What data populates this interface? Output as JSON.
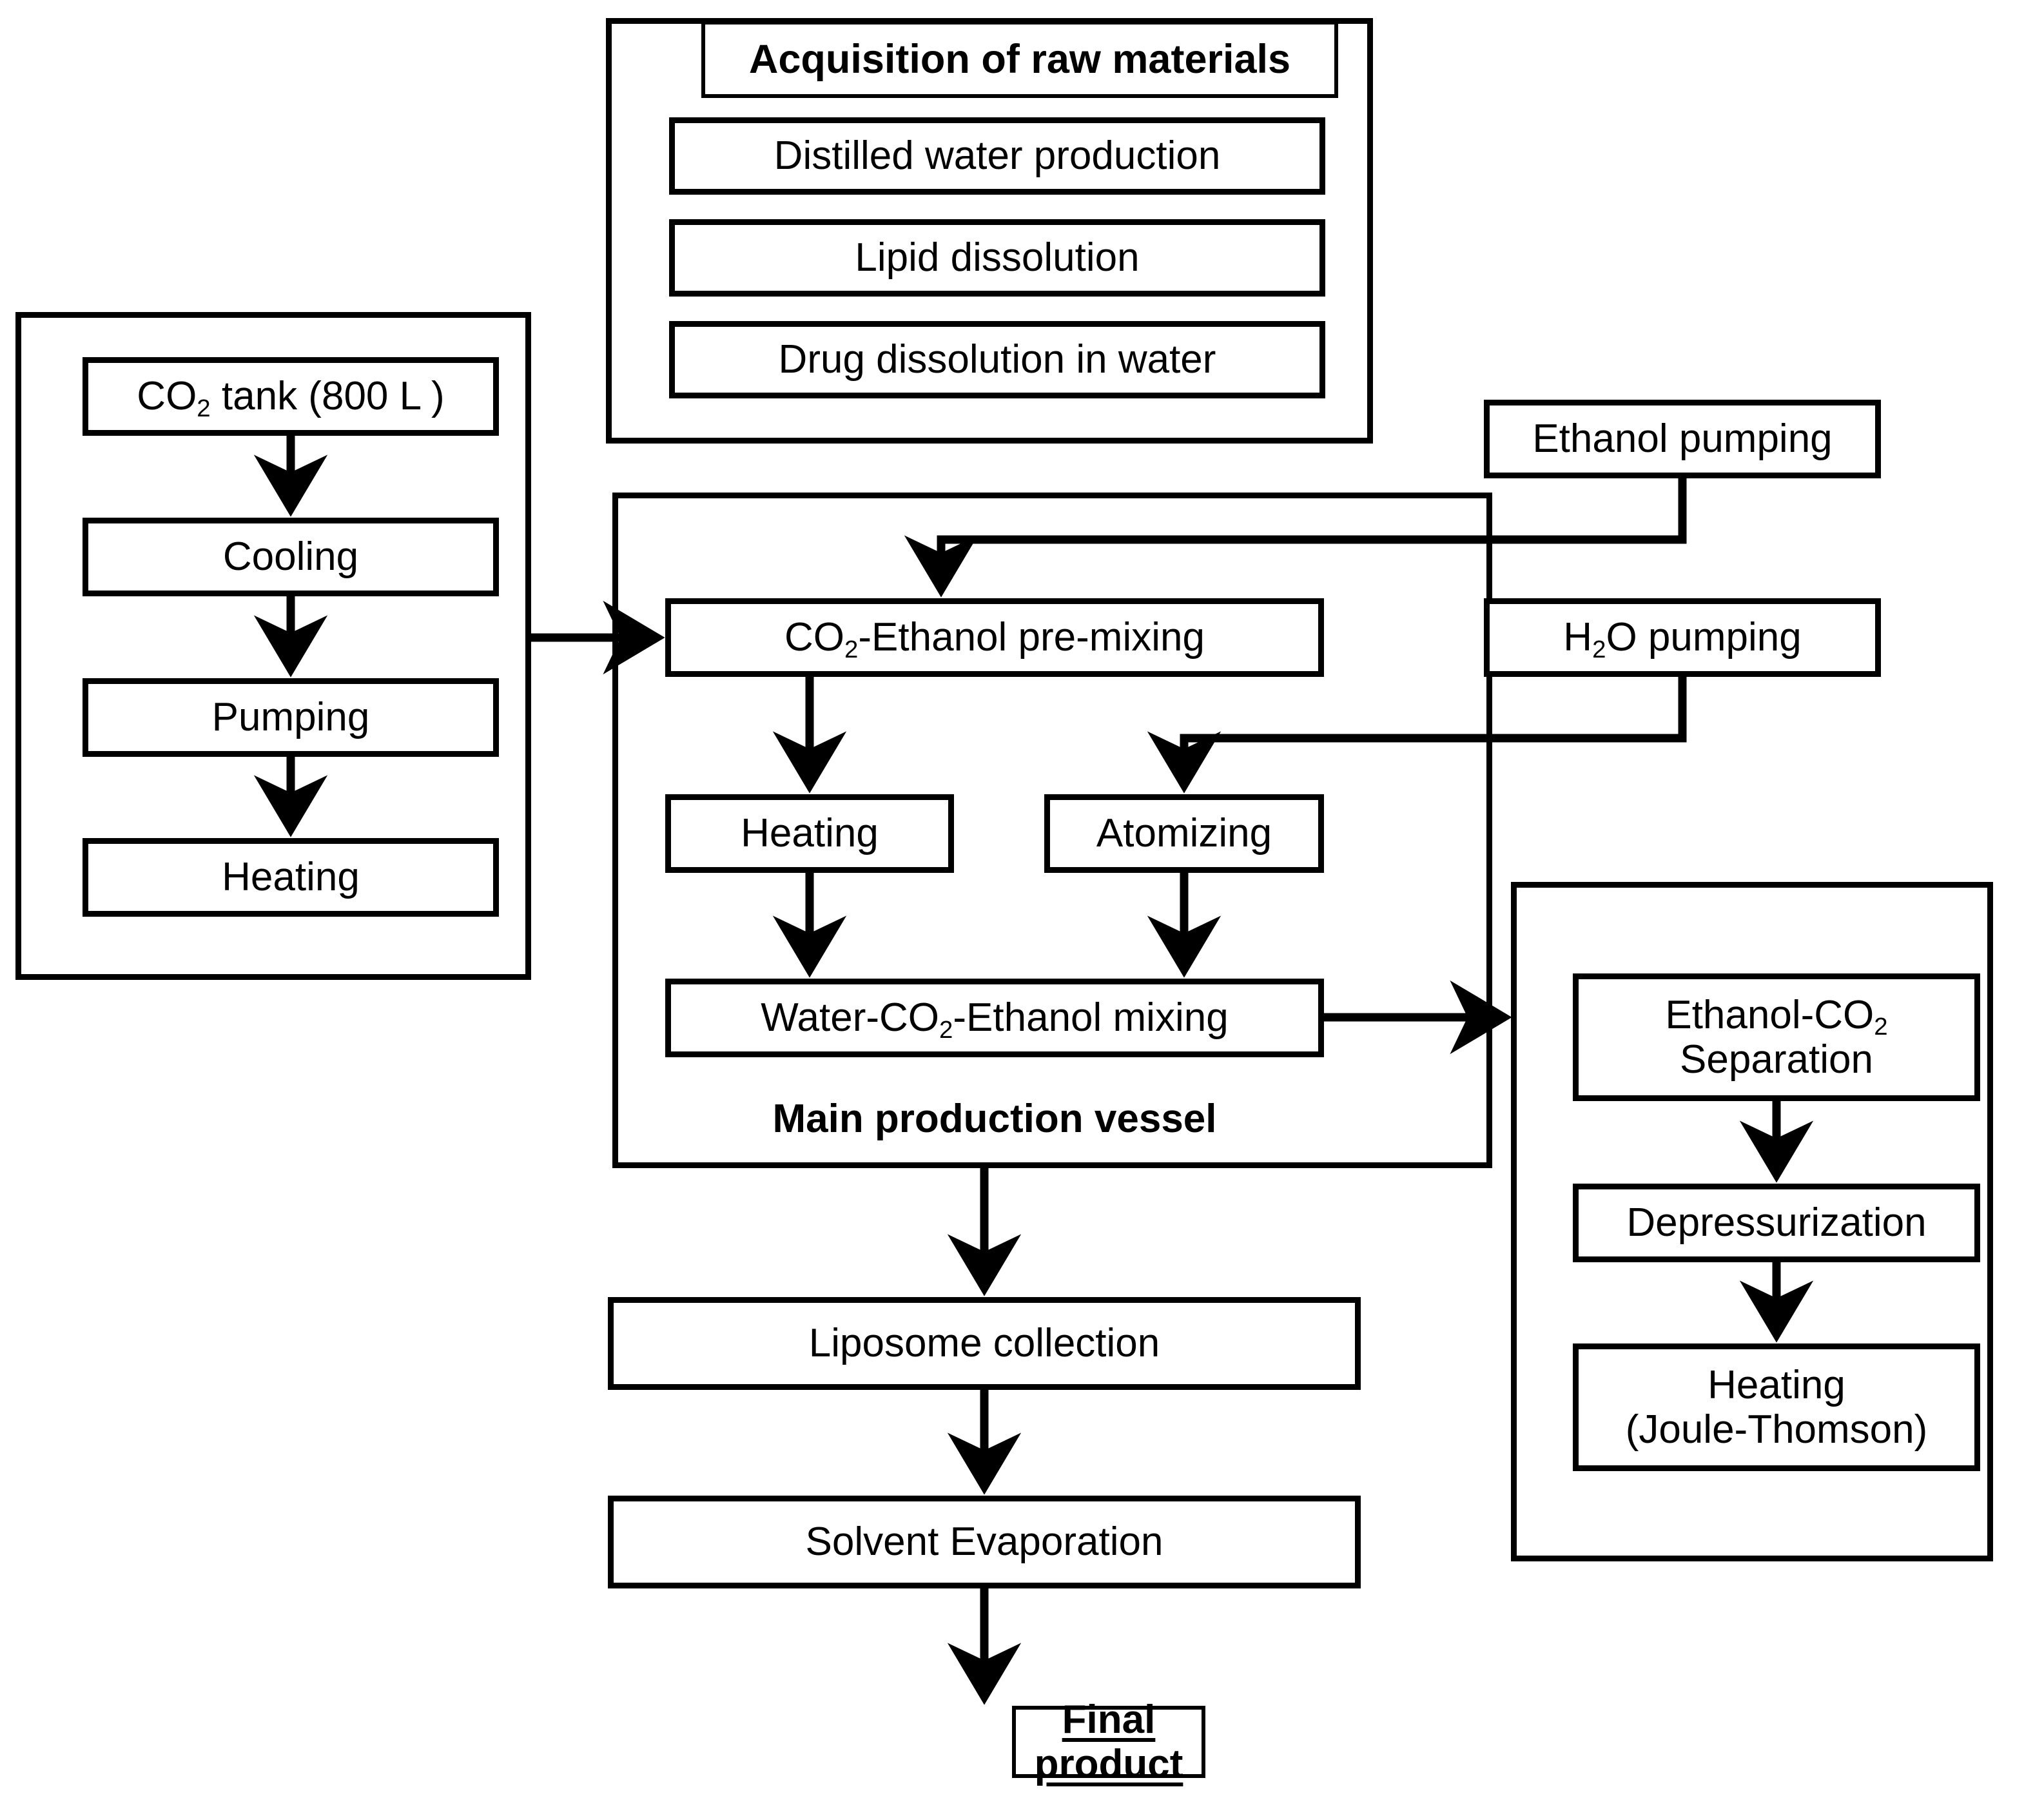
{
  "diagram": {
    "title": "Supercritical CO2 liposome production process flowchart",
    "line_color": "#000000",
    "background": "#ffffff"
  },
  "groups": {
    "acquisition": {
      "title": "Acquisition of raw materials",
      "steps": [
        "Distilled water production",
        "Lipid dissolution",
        "Drug dissolution in water"
      ]
    },
    "co2_supply": {
      "steps": [
        "CO₂ tank (800 L )",
        "Cooling",
        "Pumping",
        "Heating"
      ],
      "tank_label_prefix": "CO",
      "tank_label_sub": "2",
      "tank_label_suffix": " tank (800 L )"
    },
    "main_vessel": {
      "caption": "Main production vessel",
      "steps": [
        "CO₂-Ethanol pre-mixing",
        "Heating",
        "Atomizing",
        "Water-CO₂-Ethanol mixing"
      ]
    },
    "separation": {
      "steps": [
        "Ethanol-CO₂ Separation",
        "Depressurization",
        "Heating (Joule-Thomson)"
      ]
    }
  },
  "feeds": {
    "ethanol_pumping": "Ethanol pumping",
    "water_pumping": "H₂O pumping"
  },
  "outputs": {
    "liposome_collection": "Liposome collection",
    "solvent_evaporation": "Solvent Evaporation",
    "final_product": "Final product"
  },
  "labels": {
    "acq_title": "Acquisition of raw materials",
    "acq_1": "Distilled water production",
    "acq_2": "Lipid dissolution",
    "acq_3": "Drug dissolution in water",
    "co2_tank_pre": "CO",
    "co2_tank_sub": "2",
    "co2_tank_post": " tank (800 L )",
    "cooling": "Cooling",
    "pumping": "Pumping",
    "heating_left": "Heating",
    "premix_pre": "CO",
    "premix_sub": "2",
    "premix_post": "-Ethanol pre-mixing",
    "heating_mid": "Heating",
    "atomizing": "Atomizing",
    "mixing_pre": "Water-CO",
    "mixing_sub": "2",
    "mixing_post": "-Ethanol mixing",
    "vessel_caption": "Main production vessel",
    "ethanol_pumping": "Ethanol pumping",
    "water_pumping_pre": "H",
    "water_pumping_sub": "2",
    "water_pumping_post": "O pumping",
    "sep_line1_pre": "Ethanol-CO",
    "sep_line1_sub": "2",
    "sep_line2": "Separation",
    "depressurization": "Depressurization",
    "heating_jt_line1": "Heating",
    "heating_jt_line2": "(Joule-Thomson)",
    "liposome_collection": "Liposome collection",
    "solvent_evaporation": "Solvent Evaporation",
    "final_product": "Final product"
  }
}
